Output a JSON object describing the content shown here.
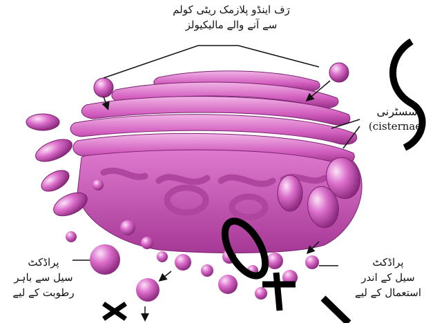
{
  "labels": {
    "top_line1": "رَف اینڈو پلازمک ریٹی کولم",
    "top_line2": "سے آنے والے مالیکیولز",
    "cisternae_urdu": "سسٹرنی",
    "cisternae_latin": "(cisternae)",
    "left_line1": "پراڈکٹ",
    "left_line2": "سیل سے باہر",
    "left_line3": "رطوبت کے لیے",
    "right_line1": "پراڈکٹ",
    "right_line2": "سیل کے اندر",
    "right_line3": "استعمال کے لیے"
  },
  "colors": {
    "organelle": "#d660c4",
    "organelle_dark": "#8e2a80",
    "organelle_light": "#f6c8ee",
    "line": "#111111"
  }
}
